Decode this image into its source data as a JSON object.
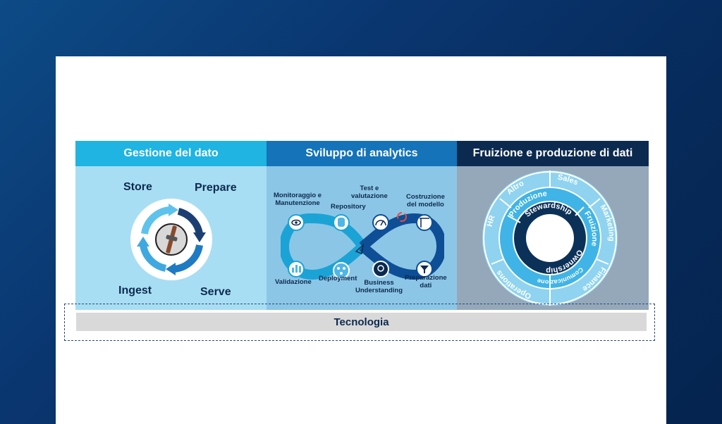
{
  "panels": {
    "gestione": {
      "title": "Gestione del dato",
      "labels": {
        "store": "Store",
        "prepare": "Prepare",
        "ingest": "Ingest",
        "serve": "Serve"
      }
    },
    "sviluppo": {
      "title": "Sviluppo di analytics",
      "steps": {
        "monitoraggio": "Monitoraggio e\nManutenzione",
        "repository": "Repository",
        "test": "Test e\nvalutazione",
        "costruzione": "Costruzione\ndel modello",
        "validazione": "Validazione",
        "deployment": "Deployment",
        "business": "Business\nUnderstanding",
        "preparazione": "Preparazione\ndati"
      }
    },
    "fruizione": {
      "title": "Fruizione e produzione di dati",
      "outer_ring": [
        "Sales",
        "Marketing",
        "Finance",
        "Operations",
        "HR",
        "Altro"
      ],
      "middle_ring": [
        "Fruizione",
        "Comunicazione",
        "Produzione"
      ],
      "inner_ring": [
        "Ownership",
        "Stewardship"
      ]
    }
  },
  "tecnologia": "Tecnologia",
  "colors": {
    "gestione_head": "#1fb4e2",
    "sviluppo_head": "#1473b9",
    "fruizione_head": "#0c2a4f",
    "text_dark": "#0c2a4f"
  }
}
